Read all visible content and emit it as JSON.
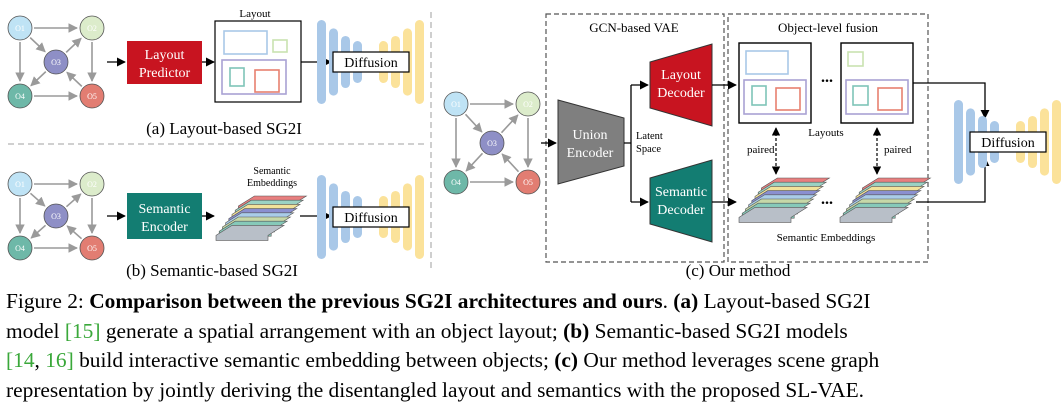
{
  "panels": {
    "a": {
      "label": "(a) Layout-based SG2I",
      "predictor": [
        "Layout",
        "Predictor"
      ],
      "layout_title": "Layout",
      "diffusion": "Diffusion"
    },
    "b": {
      "label": "(b) Semantic-based SG2I",
      "encoder": [
        "Semantic",
        "Encoder"
      ],
      "embeddings_title": [
        "Semantic",
        "Embeddings"
      ],
      "diffusion": "Diffusion"
    },
    "c": {
      "label": "(c) Our method",
      "vae_title": "GCN-based VAE",
      "fusion_title": "Object-level fusion",
      "union_encoder": [
        "Union",
        "Encoder"
      ],
      "latent": [
        "Latent",
        "Space"
      ],
      "layout_decoder": [
        "Layout",
        "Decoder"
      ],
      "semantic_decoder": [
        "Semantic",
        "Decoder"
      ],
      "layouts_label": "Layouts",
      "semantic_embeddings_label": "Semantic Embeddings",
      "paired": "paired",
      "dots": "...",
      "diffusion": "Diffusion"
    }
  },
  "graph": {
    "nodes": [
      {
        "id": "O1",
        "color": "#bfe3f5"
      },
      {
        "id": "O2",
        "color": "#dceccb"
      },
      {
        "id": "O3",
        "color": "#8e8fc6"
      },
      {
        "id": "O4",
        "color": "#6eb8a8"
      },
      {
        "id": "O5",
        "color": "#e27d72"
      }
    ]
  },
  "colors": {
    "layout_predictor": "#c81420",
    "semantic_encoder": "#137d72",
    "union_encoder": "#7f7f7f",
    "decoder_layout": "#c81420",
    "decoder_semantic": "#137d72",
    "unet_blue": "#a9c8e8",
    "unet_yellow": "#fbe29a",
    "layout_box_blue": "#a9c8e8",
    "layout_box_green": "#c9e3b0",
    "layout_box_teal": "#7fc4b8",
    "layout_box_red": "#e88070",
    "layout_box_purple": "#a9a2d4",
    "stack": [
      "#e87f7f",
      "#9bd2c4",
      "#f2e29a",
      "#8a8fd0",
      "#a9cce8",
      "#c6d8a8",
      "#86c9b9",
      "#b8bfc8"
    ]
  },
  "caption": {
    "fig": "Figure 2: ",
    "bold_title": "Comparison between the previous SG2I architectures and ours",
    "title_end": ". ",
    "a_tag": "(a)",
    "a_text": " Layout-based SG2I",
    "a_text2": "model ",
    "ref15": "[15]",
    "a_text3": " generate a spatial arrangement with an object layout; ",
    "b_tag": "(b)",
    "b_text": " Semantic-based SG2I models",
    "ref14": "[14",
    "ref_sep": ", ",
    "ref16": "16]",
    "b_text2": " build interactive semantic embedding between objects; ",
    "c_tag": "(c)",
    "c_text": " Our method leverages scene graph",
    "c_text2": "representation by jointly deriving the disentangled layout and semantics with the proposed SL-VAE."
  }
}
